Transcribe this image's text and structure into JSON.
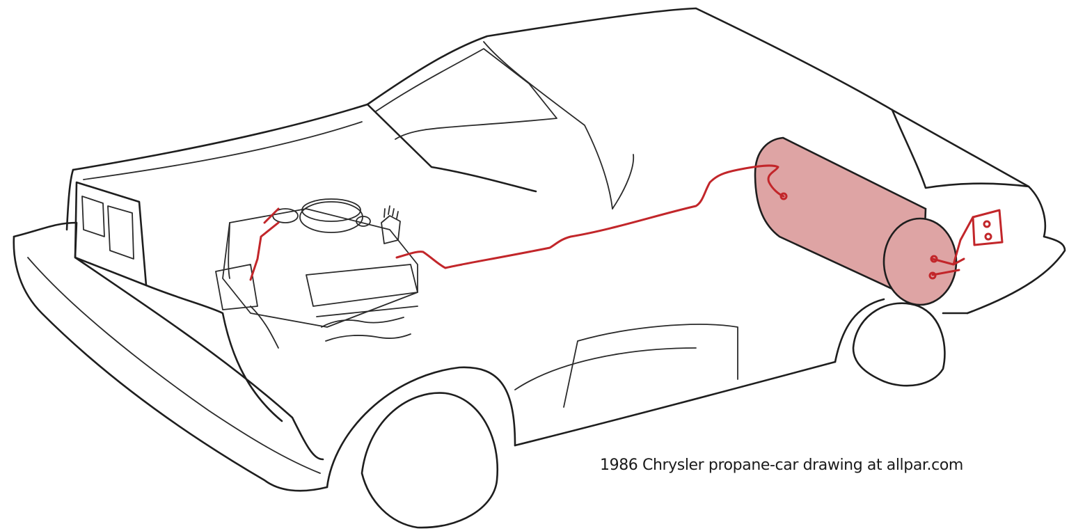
{
  "caption": "1986 Chrysler propane-car drawing at allpar.com",
  "colors": {
    "line": "#1e1e1e",
    "fuel_line": "#c2262a",
    "tank_fill": "#dea4a4",
    "engine_fill": "#ececec",
    "accent_fill": "#e8b0b0"
  },
  "components": [
    "car-body",
    "engine",
    "air-cleaner",
    "propane-tank",
    "fuel-line",
    "tank-bracket"
  ]
}
